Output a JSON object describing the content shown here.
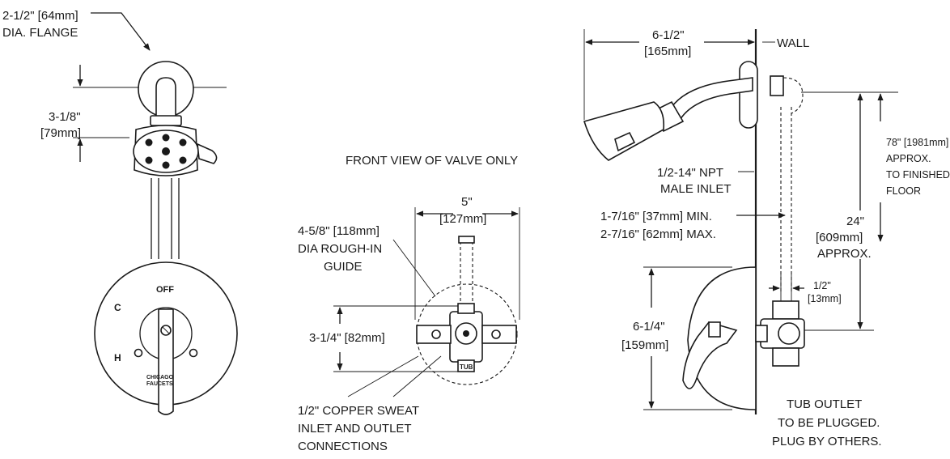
{
  "left_view": {
    "flange_line1": "2-1/2\" [64mm]",
    "flange_line2": "DIA. FLANGE",
    "head_h_line1": "3-1/8\"",
    "head_h_line2": "[79mm]",
    "handle_off": "OFF",
    "handle_c": "C",
    "handle_h": "H",
    "brand_line1": "CHICAGO",
    "brand_line2": "FAUCETS"
  },
  "middle_view": {
    "title": "FRONT VIEW OF VALVE ONLY",
    "width_line1": "5\"",
    "width_line2": "[127mm]",
    "roughin_line1": "4-5/8\" [118mm]",
    "roughin_line2": "DIA ROUGH-IN",
    "roughin_line3": "GUIDE",
    "height_label": "3-1/4\" [82mm]",
    "sweat_line1": "1/2\" COPPER SWEAT",
    "sweat_line2": "INLET AND OUTLET",
    "sweat_line3": "CONNECTIONS",
    "tub_mark": "TUB"
  },
  "right_view": {
    "reach_line1": "6-1/2\"",
    "reach_line2": "[165mm]",
    "wall": "WALL",
    "npt_line1": "1/2-14\" NPT",
    "npt_line2": "MALE INLET",
    "depth_line1": "1-7/16\" [37mm] MIN.",
    "depth_line2": "2-7/16\" [62mm] MAX.",
    "height78_line1": "78\" [1981mm]",
    "height78_line2": "APPROX.",
    "height78_line3": "TO FINISHED",
    "height78_line4": "FLOOR",
    "h24_line1": "24\"",
    "h24_line2": "[609mm]",
    "h24_line3": "APPROX.",
    "half_line1": "1/2\"",
    "half_line2": "[13mm]",
    "plate_line1": "6-1/4\"",
    "plate_line2": "[159mm]",
    "tub_line1": "TUB OUTLET",
    "tub_line2": "TO BE PLUGGED.",
    "tub_line3": "PLUG BY OTHERS."
  }
}
